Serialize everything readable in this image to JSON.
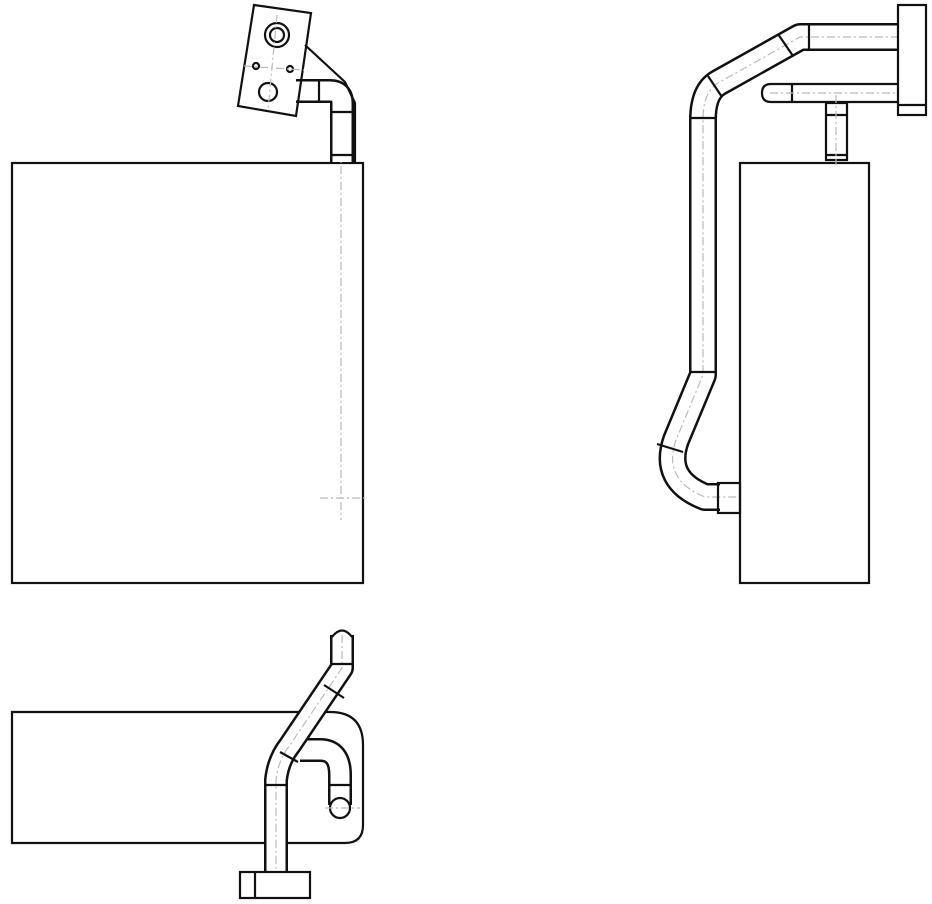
{
  "drawing": {
    "views": [
      "front-view",
      "side-view",
      "bottom-view"
    ],
    "line_color": "#111111",
    "centerline_color": "#bbbbbb",
    "background": "#ffffff"
  }
}
